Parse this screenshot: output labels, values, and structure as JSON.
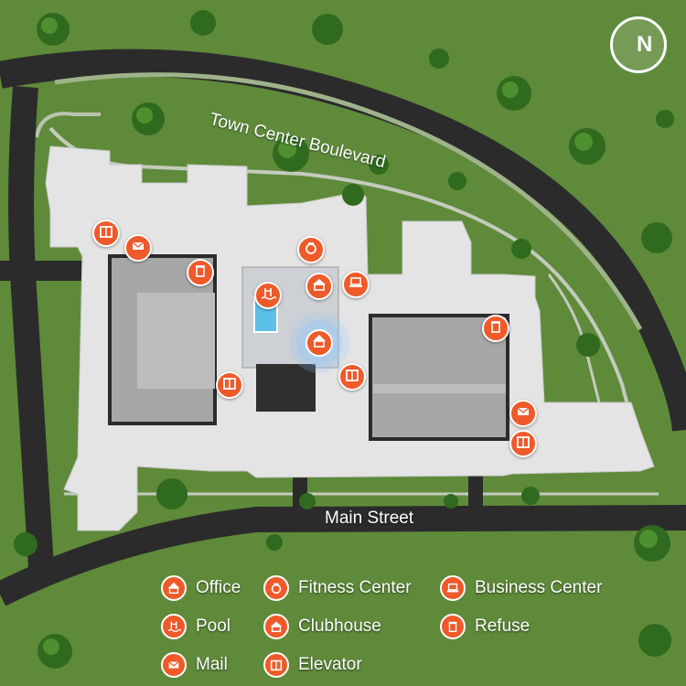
{
  "map": {
    "streets": {
      "town_center": "Town Center Boulevard",
      "main": "Main Street"
    },
    "compass_label": "N",
    "colors": {
      "grass": "#5e8a3a",
      "road": "#2b2b2b",
      "building": "#e6e6e6",
      "parking": "#a9a9a9",
      "accent": "#ee5a2a"
    }
  },
  "pois": [
    {
      "type": "elevator",
      "icon": "elevator-icon"
    },
    {
      "type": "mail",
      "icon": "mail-icon"
    },
    {
      "type": "refuse",
      "icon": "refuse-icon"
    },
    {
      "type": "fitness",
      "icon": "fitness-icon"
    },
    {
      "type": "clubhouse",
      "icon": "clubhouse-icon"
    },
    {
      "type": "business",
      "icon": "business-icon"
    },
    {
      "type": "pool",
      "icon": "pool-icon"
    },
    {
      "type": "office",
      "icon": "office-icon"
    },
    {
      "type": "elevator",
      "icon": "elevator-icon"
    },
    {
      "type": "elevator",
      "icon": "elevator-icon"
    },
    {
      "type": "refuse",
      "icon": "refuse-icon"
    },
    {
      "type": "mail",
      "icon": "mail-icon"
    },
    {
      "type": "elevator",
      "icon": "elevator-icon"
    }
  ],
  "legend": [
    {
      "label": "Office",
      "icon": "office-icon"
    },
    {
      "label": "Fitness Center",
      "icon": "fitness-icon"
    },
    {
      "label": "Business Center",
      "icon": "business-icon"
    },
    {
      "label": "Pool",
      "icon": "pool-icon"
    },
    {
      "label": "Clubhouse",
      "icon": "clubhouse-icon"
    },
    {
      "label": "Refuse",
      "icon": "refuse-icon"
    },
    {
      "label": "Mail",
      "icon": "mail-icon"
    },
    {
      "label": "Elevator",
      "icon": "elevator-icon"
    }
  ]
}
